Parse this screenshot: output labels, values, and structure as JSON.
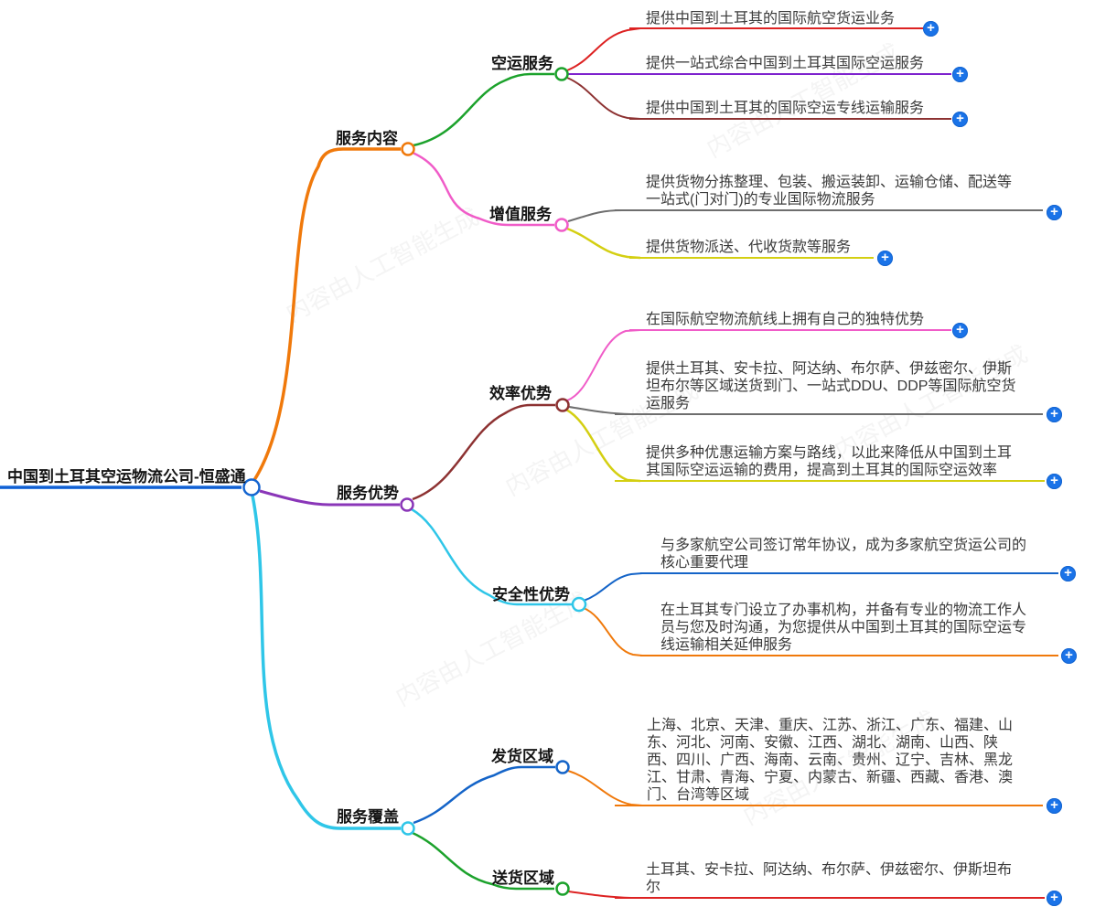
{
  "watermark": "内容由人工智能生成",
  "root": {
    "label": "中国到土耳其空运物流公司-恒盛通"
  },
  "branches": [
    {
      "label": "服务内容",
      "children": [
        {
          "label": "空运服务",
          "leaves": [
            {
              "text": "提供中国到土耳其的国际航空货运业务"
            },
            {
              "text": "提供一站式综合中国到土耳其国际空运服务"
            },
            {
              "text": "提供中国到土耳其的国际空运专线运输服务"
            }
          ]
        },
        {
          "label": "增值服务",
          "leaves": [
            {
              "text": "提供货物分拣整理、包装、搬运装卸、运输仓储、配送等一站式(门对门)的专业国际物流服务"
            },
            {
              "text": "提供货物派送、代收货款等服务"
            }
          ]
        }
      ]
    },
    {
      "label": "服务优势",
      "children": [
        {
          "label": "效率优势",
          "leaves": [
            {
              "text": "在国际航空物流航线上拥有自己的独特优势"
            },
            {
              "text": "提供土耳其、安卡拉、阿达纳、布尔萨、伊兹密尔、伊斯坦布尔等区域送货到门、一站式DDU、DDP等国际航空货运服务"
            },
            {
              "text": "提供多种优惠运输方案与路线，以此来降低从中国到土耳其国际空运运输的费用，提高到土耳其的国际空运效率"
            }
          ]
        },
        {
          "label": "安全性优势",
          "leaves": [
            {
              "text": "与多家航空公司签订常年协议，成为多家航空货运公司的核心重要代理"
            },
            {
              "text": "在土耳其专门设立了办事机构，并备有专业的物流工作人员与您及时沟通，为您提供从中国到土耳其的国际空运专线运输相关延伸服务"
            }
          ]
        }
      ]
    },
    {
      "label": "服务覆盖",
      "children": [
        {
          "label": "发货区域",
          "leaves": [
            {
              "text": "上海、北京、天津、重庆、江苏、浙江、广东、福建、山东、河北、河南、安徽、江西、湖北、湖南、山西、陕西、四川、广西、海南、云南、贵州、辽宁、吉林、黑龙江、甘肃、青海、宁夏、内蒙古、新疆、西藏、香港、澳门、台湾等区域"
            }
          ]
        },
        {
          "label": "送货区域",
          "leaves": [
            {
              "text": "土耳其、安卡拉、阿达纳、布尔萨、伊兹密尔、伊斯坦布尔"
            }
          ]
        }
      ]
    }
  ],
  "colors": {
    "root_line": "#1565d0",
    "branch_orange": "#f0790b",
    "branch_purple": "#8a36b8",
    "branch_cyan": "#2fc6e8",
    "green": "#1ca22c",
    "magenta": "#f05cc8",
    "red": "#dd2222",
    "violet": "#7e22ce",
    "dark_red": "#8d3232",
    "gray": "#6e6e6e",
    "yellow": "#d4cf12",
    "blue": "#1464c8",
    "plus_icon": "#1a73e8"
  }
}
